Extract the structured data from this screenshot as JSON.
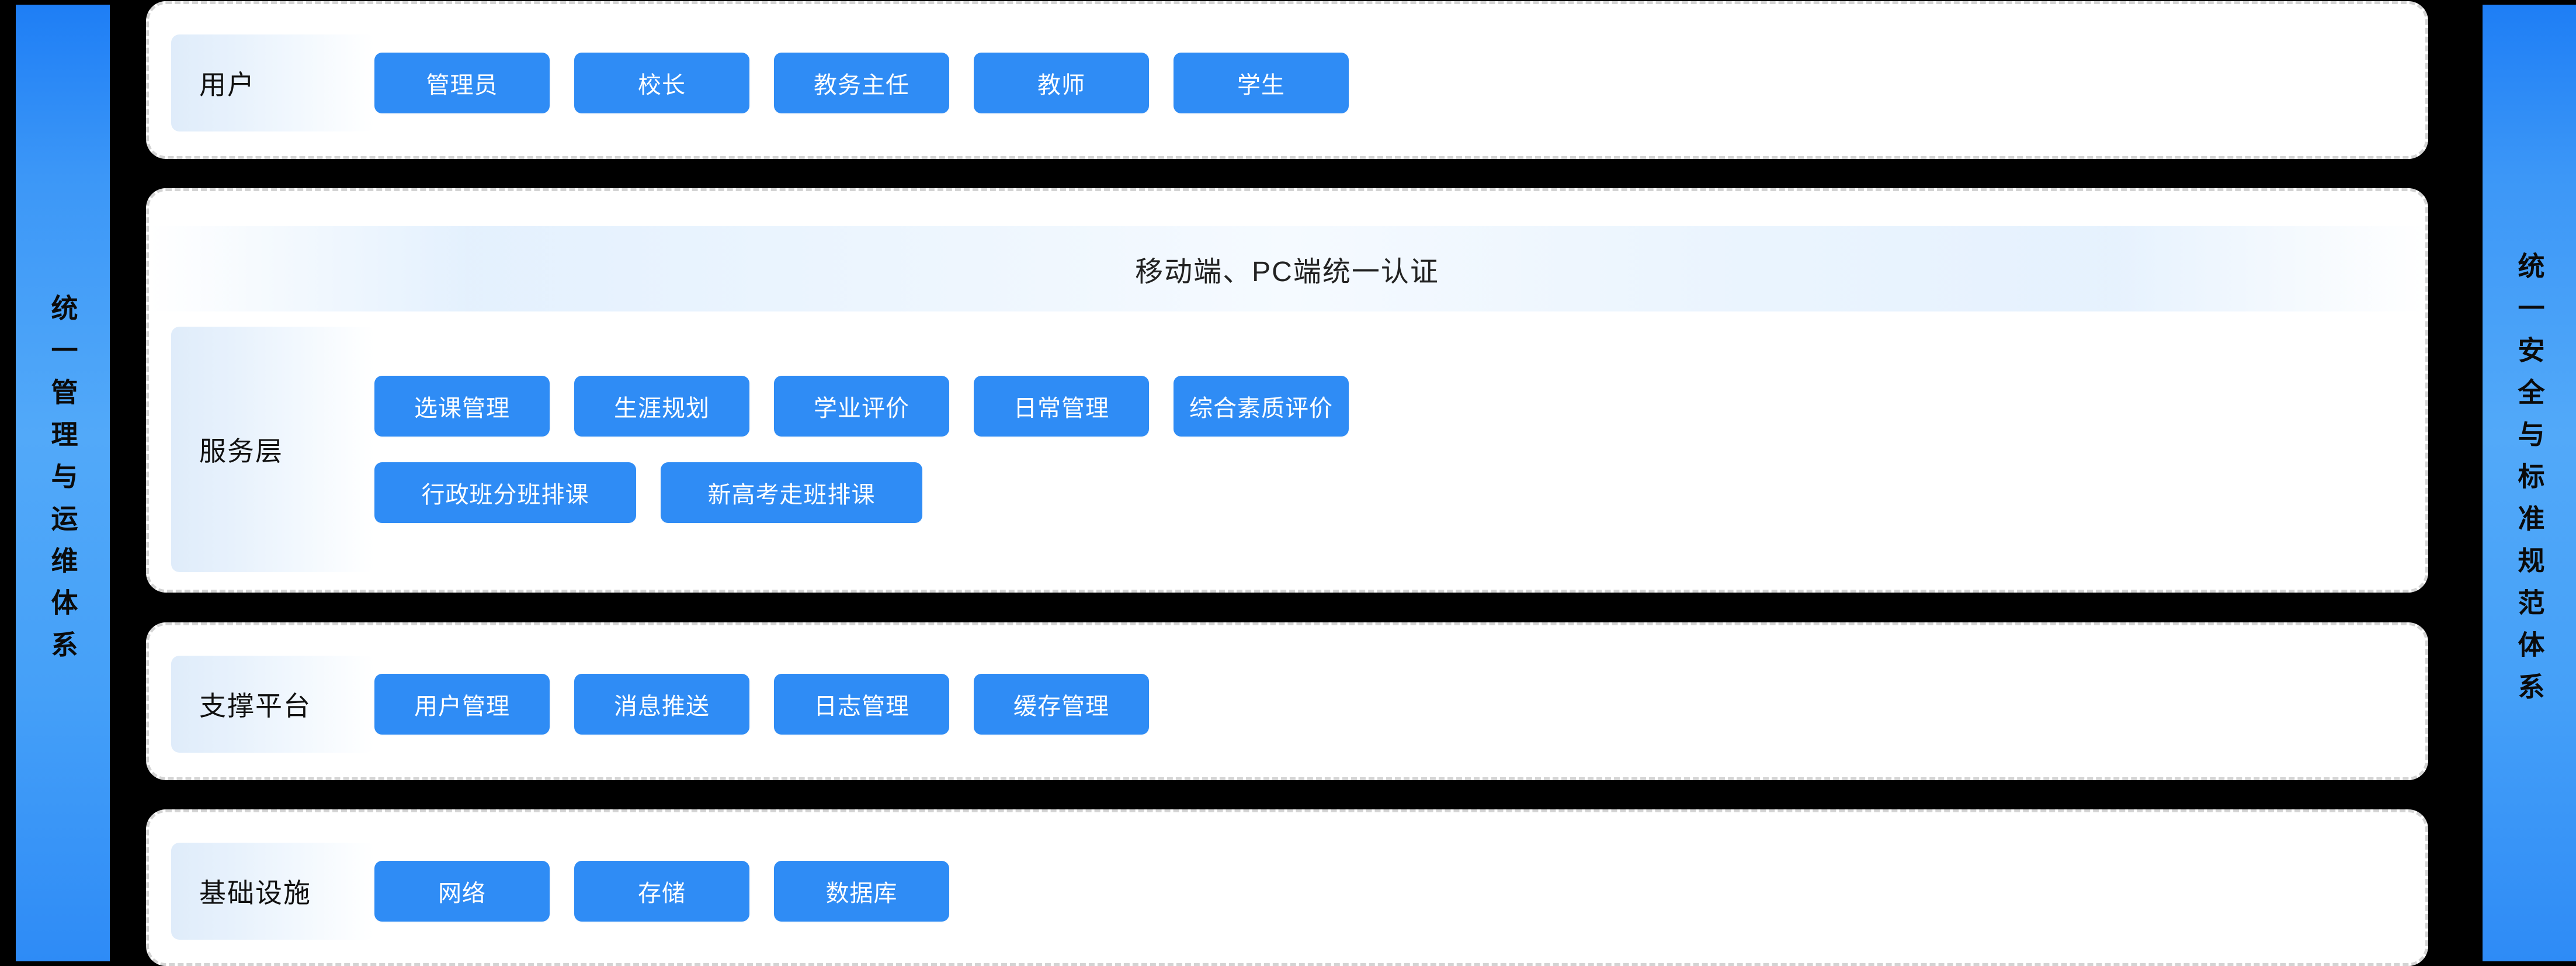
{
  "diagram": {
    "title_left_band": "统一管理与运维体系",
    "title_right_band": "统一安全与标准规范体系",
    "auth_banner": "移动端、PC端统一认证",
    "accent_color": "#2f8cf5",
    "band_color": "#3c97f7",
    "card_bg": "#ffffff",
    "page_bg": "#000000",
    "layers": [
      {
        "id": "users",
        "label": "用户",
        "rows": [
          {
            "items": [
              "管理员",
              "校长",
              "教务主任",
              "教师",
              "学生"
            ]
          }
        ]
      },
      {
        "id": "service",
        "label": "服务层",
        "rows": [
          {
            "items": [
              "选课管理",
              "生涯规划",
              "学业评价",
              "日常管理",
              "综合素质评价"
            ]
          },
          {
            "items": [
              "行政班分班排课",
              "新高考走班排课"
            ]
          }
        ]
      },
      {
        "id": "support",
        "label": "支撑平台",
        "rows": [
          {
            "items": [
              "用户管理",
              "消息推送",
              "日志管理",
              "缓存管理"
            ]
          }
        ]
      },
      {
        "id": "infra",
        "label": "基础设施",
        "rows": [
          {
            "items": [
              "网络",
              "存储",
              "数据库"
            ]
          }
        ]
      }
    ]
  }
}
